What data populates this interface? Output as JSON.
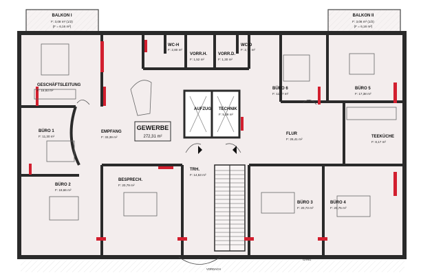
{
  "plan": {
    "total": {
      "title": "GEWERBE",
      "area": "272,31 m²"
    },
    "rooms": [
      {
        "id": "balkon1",
        "name": "BALKON I",
        "line1": "F: 3,08 m²  (1/2)",
        "line2": "(F = 6,16 m²)"
      },
      {
        "id": "balkon2",
        "name": "BALKON II",
        "line1": "F: 3,08 m²  (1/2)",
        "line2": "(F = 6,16 m²)"
      },
      {
        "id": "wch",
        "name": "WC-H",
        "line1": "F: 2,80 m²",
        "line2": ""
      },
      {
        "id": "vorrh",
        "name": "VORR.H.",
        "line1": "F: 1,52 m²",
        "line2": ""
      },
      {
        "id": "vorrd",
        "name": "VORR.D.",
        "line1": "F: 1,30 m²",
        "line2": ""
      },
      {
        "id": "wcd",
        "name": "WC-D",
        "line1": "F: 2,78 m²",
        "line2": ""
      },
      {
        "id": "gf",
        "name": "GESCHÄFTSLEITUNG",
        "line1": "F: 16,93 m²",
        "line2": ""
      },
      {
        "id": "buero6",
        "name": "BÜRO 6",
        "line1": "F: 11,87 m²",
        "line2": ""
      },
      {
        "id": "buero5",
        "name": "BÜRO 5",
        "line1": "F: 17,38 m²",
        "line2": ""
      },
      {
        "id": "aufzug",
        "name": "AUFZUG",
        "line1": "",
        "line2": ""
      },
      {
        "id": "technik",
        "name": "TECHNIK",
        "line1": "F: 5,09 m²",
        "line2": ""
      },
      {
        "id": "buero1",
        "name": "BÜRO 1",
        "line1": "F: 11,30 m²",
        "line2": ""
      },
      {
        "id": "empfang",
        "name": "EMPFANG",
        "line1": "F: 33,39 m²",
        "line2": ""
      },
      {
        "id": "flur",
        "name": "FLUR",
        "line1": "F: 26,41 m²",
        "line2": ""
      },
      {
        "id": "teekueche",
        "name": "TEEKÜCHE",
        "line1": "F: 8,17 m²",
        "line2": ""
      },
      {
        "id": "trh",
        "name": "TRH.",
        "line1": "F: 14,53 m²",
        "line2": ""
      },
      {
        "id": "buero2",
        "name": "BÜRO 2",
        "line1": "F: 19,66 m²",
        "line2": ""
      },
      {
        "id": "besprech",
        "name": "BESPRECH.",
        "line1": "F: 20,79 m²",
        "line2": ""
      },
      {
        "id": "buero3",
        "name": "BÜRO 3",
        "line1": "F: 20,73 m²",
        "line2": ""
      },
      {
        "id": "buero4",
        "name": "BÜRO 4",
        "line1": "F: 20,75 m²",
        "line2": ""
      }
    ],
    "outside": {
      "vordach": "VORDACH",
      "gang": "GANG"
    },
    "colors": {
      "room_fill": "#f3eded",
      "wall": "#2a2a2a",
      "accent": "#d21f2f",
      "furniture": "#666666"
    }
  }
}
